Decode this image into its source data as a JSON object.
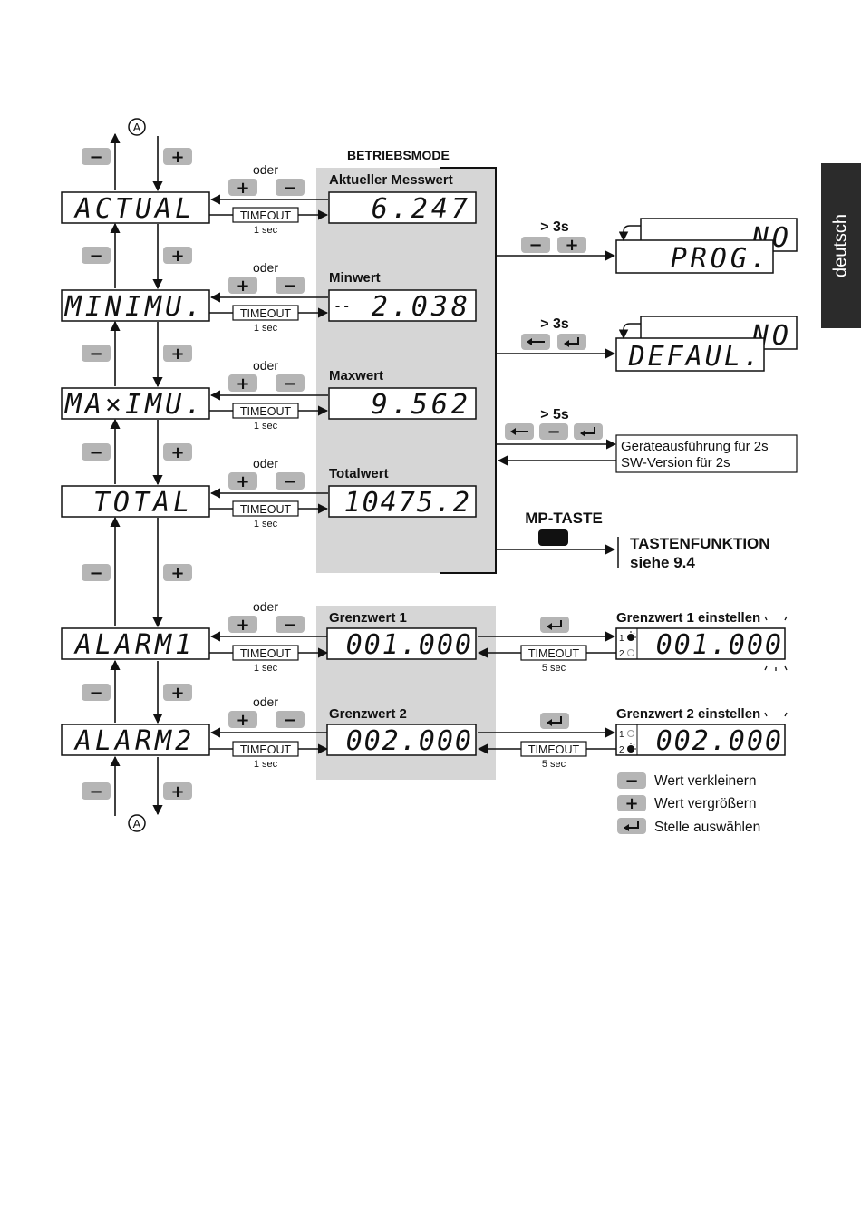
{
  "side_tab": "deutsch",
  "circle_label": "A",
  "section_title": "BETRIEBSMODE",
  "oder": "oder",
  "timeout": "TIMEOUT",
  "one_sec": "1 sec",
  "five_sec": "5 sec",
  "menu": [
    {
      "display": "ACTUAL",
      "value_label": "Aktueller Messwert",
      "value": "6.247",
      "prefix": ""
    },
    {
      "display": "MINIMU.",
      "value_label": "Minwert",
      "value": "2.038",
      "prefix": "--"
    },
    {
      "display": "MA×IMU.",
      "value_label": "Maxwert",
      "value": "9.562",
      "prefix": ""
    },
    {
      "display": "TOTAL",
      "value_label": "Totalwert",
      "value": "10475.2",
      "prefix": ""
    }
  ],
  "alarms": [
    {
      "display": "ALARM1",
      "label": "Grenzwert 1",
      "value": "001.000",
      "set_label": "Grenzwert 1 einstellen",
      "set_value": "001.000"
    },
    {
      "display": "ALARM2",
      "label": "Grenzwert 2",
      "value": "002.000",
      "set_label": "Grenzwert 2 einstellen",
      "set_value": "002.000"
    }
  ],
  "prog": {
    "time": "> 3s",
    "front": "PROG.",
    "back": "NO"
  },
  "defaul": {
    "time": "> 3s",
    "front": "DEFAUL.",
    "back": "NO"
  },
  "info": {
    "time": "> 5s",
    "line1": "Geräteausführung für 2s",
    "line2": "SW-Version für 2s"
  },
  "mp": {
    "title": "MP-TASTE",
    "func_line1": "TASTENFUNKTION",
    "func_line2": "siehe 9.4"
  },
  "legend": [
    {
      "icon": "minus-key-icon",
      "text": "Wert verkleinern"
    },
    {
      "icon": "plus-key-icon",
      "text": "Wert vergrößern"
    },
    {
      "icon": "enter-key-icon",
      "text": "Stelle auswählen"
    }
  ],
  "colors": {
    "panel": "#d6d6d6",
    "key": "#b5b5b5",
    "tab": "#2b2b2b",
    "mp_key": "#111111"
  }
}
